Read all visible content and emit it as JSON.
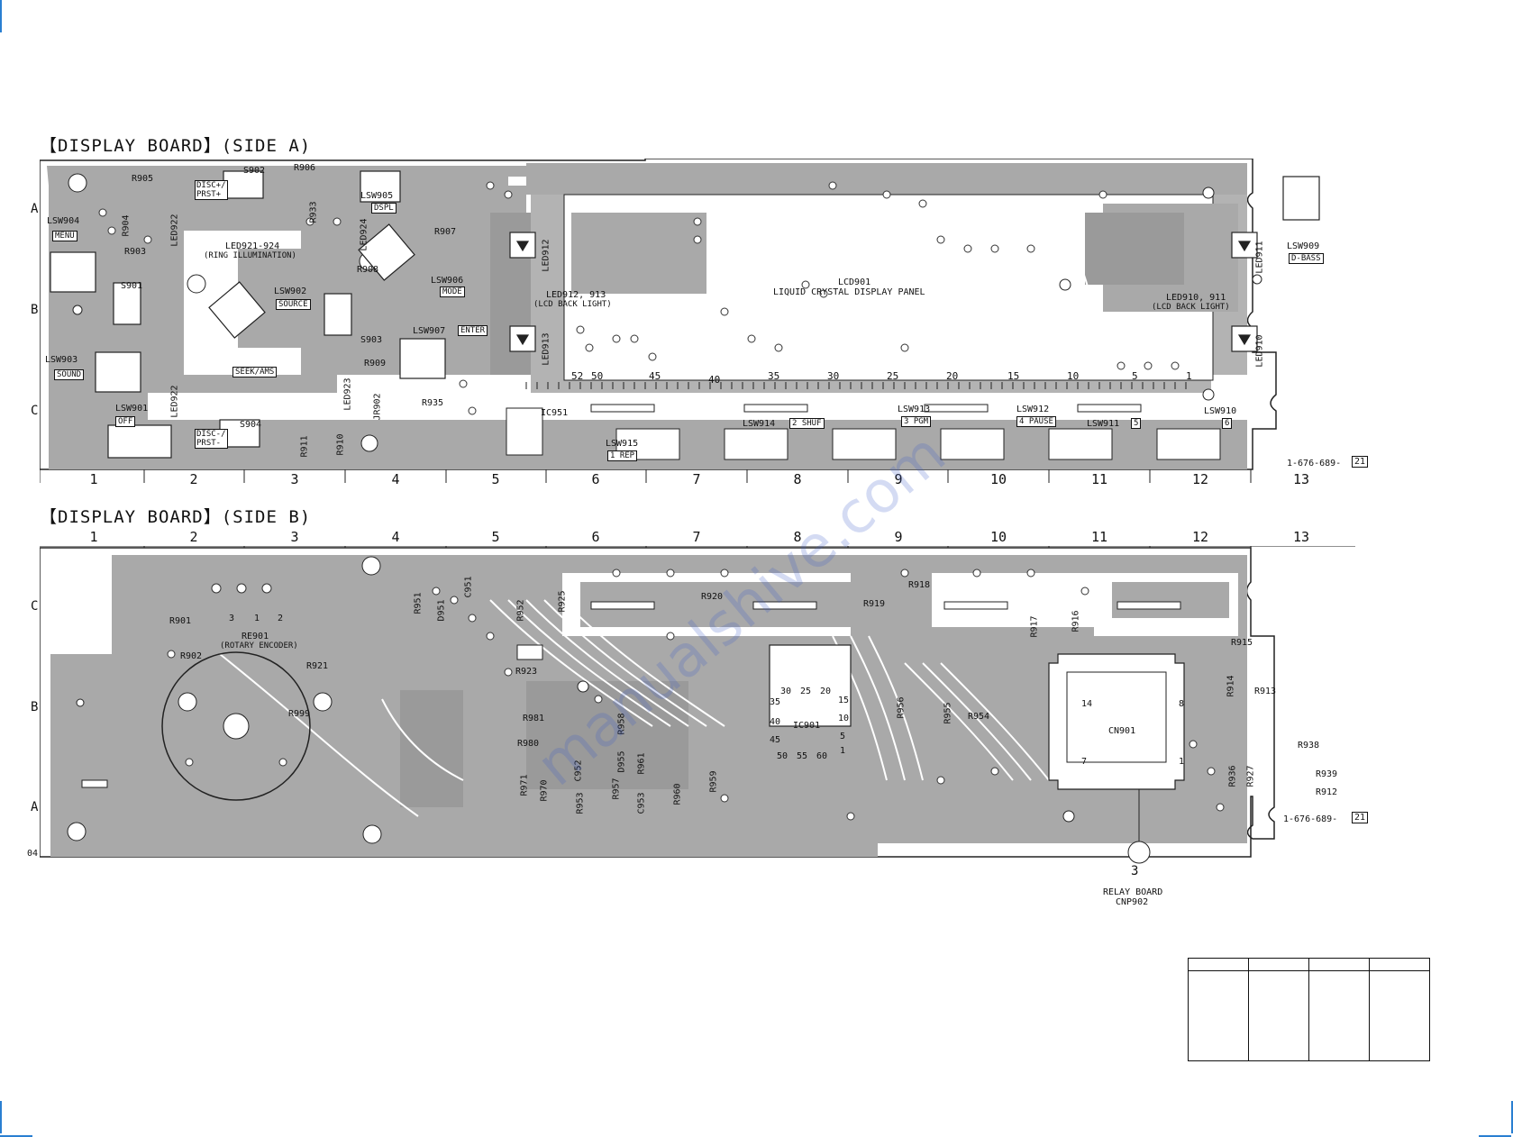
{
  "side_a": {
    "title": "【DISPLAY BOARD】(SIDE A)",
    "board_number": "1-676-689-",
    "board_suffix": "21",
    "labels": {
      "r905": "R905",
      "s902": "S902",
      "r906": "R906",
      "disc_prst_plus": "DISC+/\nPRST+",
      "r904": "R904",
      "led922": "LED922",
      "lsw904": "LSW904",
      "menu": "MENU",
      "r903": "R903",
      "led921_924": "LED921-924",
      "ring": "(RING ILLUMINATION)",
      "s901": "S901",
      "lsw902": "LSW902",
      "source": "SOURCE",
      "lsw903": "LSW903",
      "sound": "SOUND",
      "seek_ams": "SEEK/AMS",
      "led924": "LED924",
      "r933": "R933",
      "lsw905": "LSW905",
      "dspl": "DSPL",
      "r907": "R907",
      "r908": "R908",
      "lsw906": "LSW906",
      "mode": "MODE",
      "s903": "S903",
      "r909": "R909",
      "lsw907": "LSW907",
      "enter": "ENTER",
      "led923": "LED923",
      "jr902": "JR902",
      "r935": "R935",
      "lsw901": "LSW901",
      "off": "OFF",
      "led922b": "LED922",
      "s904": "S904",
      "disc_prst_minus": "DISC-/\nPRST-",
      "r911": "R911",
      "r910": "R910",
      "ic951": "IC951",
      "lsw915": "LSW915",
      "rep": "1 REP",
      "led912": "LED912",
      "led913": "LED913",
      "led912_913": "LED912, 913",
      "lcd_back_light": "(LCD BACK LIGHT)",
      "lcd901": "LCD901",
      "lcd_panel": "LIQUID CRYSTAL DISPLAY PANEL",
      "lsw914": "LSW914",
      "shuf": "2 SHUF",
      "lsw913": "LSW913",
      "pgm": "3 PGM",
      "lsw912": "LSW912",
      "pause": "4 PAUSE",
      "lsw911": "LSW911",
      "five": "5",
      "lsw910": "LSW910",
      "six": "6",
      "led911": "LED911",
      "led910": "LED910",
      "led910_911": "LED910, 911",
      "lcd_back_light2": "(LCD BACK LIGHT)",
      "lsw909": "LSW909",
      "dbass": "D-BASS"
    },
    "pin_numbers": [
      "52",
      "50",
      "45",
      "40",
      "35",
      "30",
      "25",
      "20",
      "15",
      "10",
      "5",
      "1"
    ]
  },
  "side_b": {
    "title": "【DISPLAY BOARD】(SIDE B)",
    "board_number": "1-676-689-",
    "board_suffix": "21",
    "corner_code": "04",
    "labels": {
      "r901": "R901",
      "r902": "R902",
      "re901": "RE901",
      "rotary": "(ROTARY ENCODER)",
      "r921": "R921",
      "r999": "R999",
      "pin3": "3",
      "pin1": "1",
      "pin2": "2",
      "r951": "R951",
      "d951": "D951",
      "c951": "C951",
      "r952": "R952",
      "r925": "R925",
      "r923": "R923",
      "r920": "R920",
      "r919": "R919",
      "r918": "R918",
      "r917": "R917",
      "r916": "R916",
      "r915": "R915",
      "r914": "R914",
      "r913": "R913",
      "r981": "R981",
      "r958": "R958",
      "r980": "R980",
      "r971": "R971",
      "r970": "R970",
      "r953": "R953",
      "c952": "C952",
      "r957": "R957",
      "d955": "D955",
      "r961": "R961",
      "c953": "C953",
      "r960": "R960",
      "r959": "R959",
      "ic901": "IC901",
      "r956": "R956",
      "r955": "R955",
      "r954": "R954",
      "cn901": "CN901",
      "r936": "R936",
      "r927": "R927",
      "r938": "R938",
      "r939": "R939",
      "r912": "R912",
      "relay": "RELAY BOARD",
      "cnp902": "CNP902",
      "connector_num": "3",
      "ic_35": "35",
      "ic_30": "30",
      "ic_25": "25",
      "ic_20": "20",
      "ic_15": "15",
      "ic_10": "10",
      "ic_5": "5",
      "ic_1": "1",
      "ic_40": "40",
      "ic_45": "45",
      "ic_50": "50",
      "ic_55": "55",
      "ic_60": "60",
      "cn_14": "14",
      "cn_8": "8",
      "cn_7": "7",
      "cn_1": "1"
    }
  },
  "grid": {
    "columns": [
      "1",
      "2",
      "3",
      "4",
      "5",
      "6",
      "7",
      "8",
      "9",
      "10",
      "11",
      "12",
      "13"
    ],
    "rows_a": [
      "A",
      "B",
      "C"
    ],
    "rows_b": [
      "C",
      "B",
      "A"
    ]
  },
  "watermark": "manualshive.com",
  "colors": {
    "copper": "#a9a9a9",
    "board": "#ffffff",
    "trace": "#8f8f8f",
    "accent": "#2a7fd1"
  }
}
